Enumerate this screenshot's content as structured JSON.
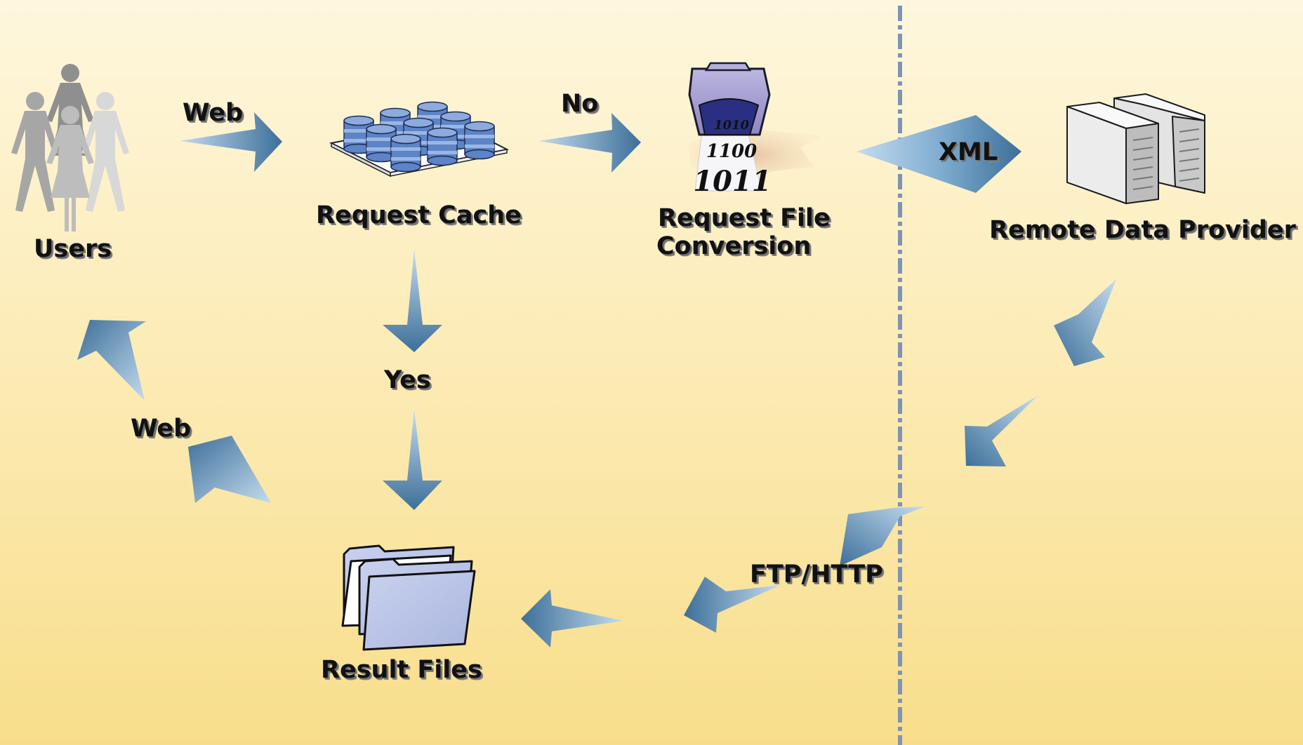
{
  "labels": {
    "users": "Users",
    "web_top": "Web",
    "request_cache": "Request Cache",
    "no": "No",
    "conversion_line1": "Request File",
    "conversion_line2": "Conversion",
    "xml": "XML",
    "remote_provider": "Remote Data Provider",
    "yes": "Yes",
    "web_bottom": "Web",
    "result_files": "Result Files",
    "ftp_http": "FTP/HTTP",
    "binary_row1": "1010",
    "binary_row2": "1100",
    "binary_row3": "1011"
  },
  "colors": {
    "background_top": "#fef7de",
    "background_bottom": "#f8de8c",
    "arrow_dark": "#3d6f99",
    "arrow_light": "#c4dcef",
    "divider": "#7e93b6",
    "database_blue": "#5c84c6",
    "folder_fill": "#bac4e6"
  },
  "icons": {
    "users": "people-group-icon",
    "request_cache": "database-cluster-icon",
    "conversion": "binary-converter-icon",
    "remote_provider": "server-pair-icon",
    "result_files": "folder-stack-icon"
  }
}
